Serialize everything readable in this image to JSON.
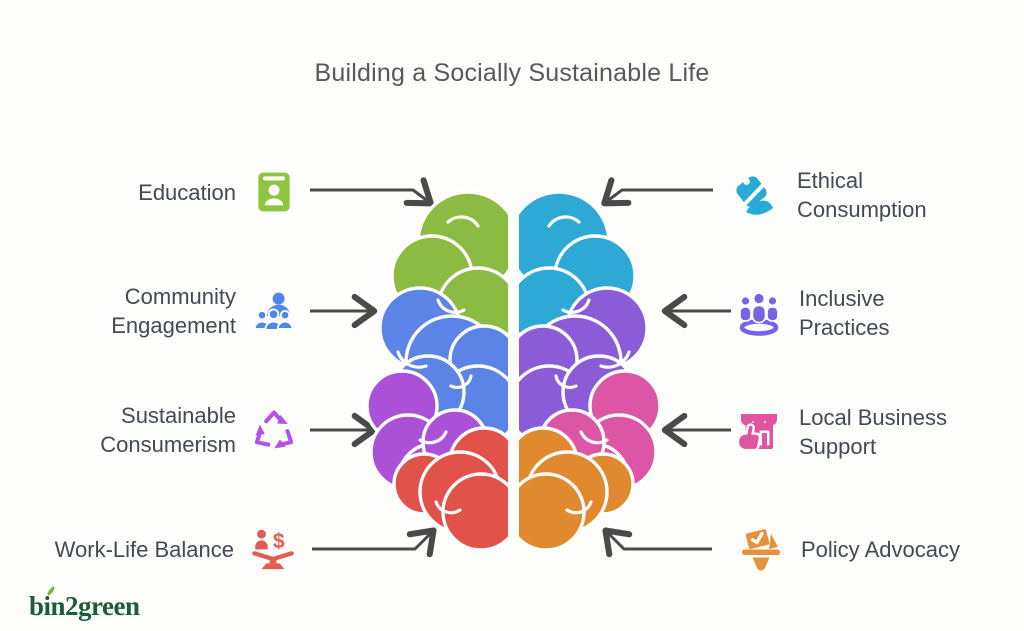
{
  "title": "Building a Socially Sustainable Life",
  "colors": {
    "background": "#fdfdfc",
    "arrow": "#4a4a4a",
    "title_text": "#58595b",
    "label_text": "#424a54"
  },
  "items_left": [
    {
      "label": "Education",
      "lines": [
        "Education"
      ],
      "icon": "education-book-icon",
      "color": "#8cc63f"
    },
    {
      "label": "Community Engagement",
      "lines": [
        "Community",
        "Engagement"
      ],
      "icon": "community-people-icon",
      "color": "#4e86ec"
    },
    {
      "label": "Sustainable Consumerism",
      "lines": [
        "Sustainable",
        "Consumerism"
      ],
      "icon": "recycle-arrows-icon",
      "color": "#b351e8"
    },
    {
      "label": "Work-Life Balance",
      "lines": [
        "Work-Life Balance"
      ],
      "icon": "balance-scale-icon",
      "color": "#e25c52"
    }
  ],
  "items_right": [
    {
      "label": "Ethical Consumption",
      "lines": [
        "Ethical",
        "Consumption"
      ],
      "icon": "price-tag-hand-icon",
      "color": "#29a9d6"
    },
    {
      "label": "Inclusive Practices",
      "lines": [
        "Inclusive",
        "Practices"
      ],
      "icon": "inclusive-group-icon",
      "color": "#7a62e6"
    },
    {
      "label": "Local Business Support",
      "lines": [
        "Local Business",
        "Support"
      ],
      "icon": "storefront-thumb-icon",
      "color": "#e0559f"
    },
    {
      "label": "Policy Advocacy",
      "lines": [
        "Policy Advocacy"
      ],
      "icon": "ballot-box-icon",
      "color": "#e6913c"
    }
  ],
  "brain": {
    "left_regions": [
      {
        "name": "education",
        "color": "#8cbb43"
      },
      {
        "name": "community-engagement",
        "color": "#5b84e6"
      },
      {
        "name": "sustainable-consumerism",
        "color": "#ab51d8"
      },
      {
        "name": "work-life-balance",
        "color": "#e1524b"
      }
    ],
    "right_regions": [
      {
        "name": "ethical-consumption",
        "color": "#2ea9d6"
      },
      {
        "name": "inclusive-practices",
        "color": "#8a5cd8"
      },
      {
        "name": "local-business-support",
        "color": "#dd55a5"
      },
      {
        "name": "policy-advocacy",
        "color": "#e0892f"
      }
    ]
  },
  "glyphs": {
    "dollar": "$"
  },
  "brand": {
    "name": "bin2green",
    "text_color": "#1d5c3a",
    "leaf_color": "#7cb649"
  }
}
